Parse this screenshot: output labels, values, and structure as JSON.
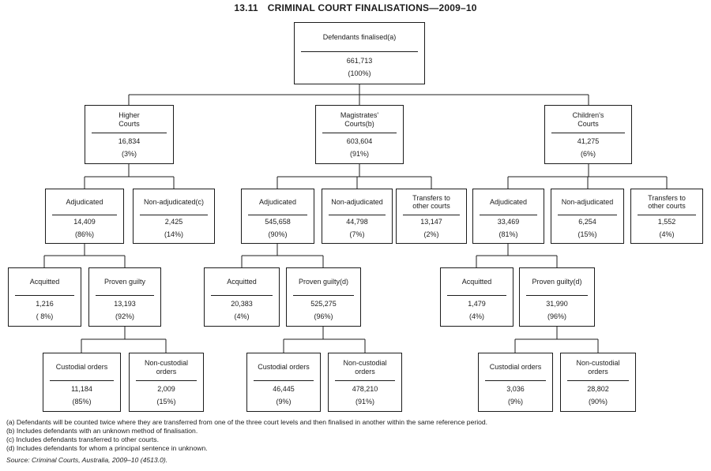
{
  "header": {
    "number": "13.11",
    "title": "CRIMINAL COURT FINALISATIONS—2009–10"
  },
  "nodes": {
    "root": {
      "label": "Defendants finalised(a)",
      "value": "661,713",
      "pct": "(100%)"
    },
    "higher": {
      "label": "Higher\nCourts",
      "value": "16,834",
      "pct": "(3%)"
    },
    "magistrates": {
      "label": "Magistrates'\nCourts(b)",
      "value": "603,604",
      "pct": "(91%)"
    },
    "childrens": {
      "label": "Children's\nCourts",
      "value": "41,275",
      "pct": "(6%)"
    },
    "higher_adjudicated": {
      "label": "Adjudicated",
      "value": "14,409",
      "pct": "(86%)"
    },
    "higher_non_adjudicated": {
      "label": "Non-adjudicated(c)",
      "value": "2,425",
      "pct": "(14%)"
    },
    "mag_adjudicated": {
      "label": "Adjudicated",
      "value": "545,658",
      "pct": "(90%)"
    },
    "mag_non_adjudicated": {
      "label": "Non-adjudicated",
      "value": "44,798",
      "pct": "(7%)"
    },
    "mag_transfers": {
      "label": "Transfers to\nother courts",
      "value": "13,147",
      "pct": "(2%)"
    },
    "ch_adjudicated": {
      "label": "Adjudicated",
      "value": "33,469",
      "pct": "(81%)"
    },
    "ch_non_adjudicated": {
      "label": "Non-adjudicated",
      "value": "6,254",
      "pct": "(15%)"
    },
    "ch_transfers": {
      "label": "Transfers to\nother courts",
      "value": "1,552",
      "pct": "(4%)"
    },
    "higher_acquitted": {
      "label": "Acquitted",
      "value": "1,216",
      "pct": "( 8%)"
    },
    "higher_proven": {
      "label": "Proven guilty",
      "value": "13,193",
      "pct": "(92%)"
    },
    "mag_acquitted": {
      "label": "Acquitted",
      "value": "20,383",
      "pct": "(4%)"
    },
    "mag_proven": {
      "label": "Proven guilty(d)",
      "value": "525,275",
      "pct": "(96%)"
    },
    "ch_acquitted": {
      "label": "Acquitted",
      "value": "1,479",
      "pct": "(4%)"
    },
    "ch_proven": {
      "label": "Proven guilty(d)",
      "value": "31,990",
      "pct": "(96%)"
    },
    "higher_custodial": {
      "label": "Custodial orders",
      "value": "11,184",
      "pct": "(85%)"
    },
    "higher_non_custodial": {
      "label": "Non-custodial\norders",
      "value": "2,009",
      "pct": "(15%)"
    },
    "mag_custodial": {
      "label": "Custodial orders",
      "value": "46,445",
      "pct": "(9%)"
    },
    "mag_non_custodial": {
      "label": "Non-custodial\norders",
      "value": "478,210",
      "pct": "(91%)"
    },
    "ch_custodial": {
      "label": "Custodial orders",
      "value": "3,036",
      "pct": "(9%)"
    },
    "ch_non_custodial": {
      "label": "Non-custodial\norders",
      "value": "28,802",
      "pct": "(90%)"
    }
  },
  "footnotes": [
    "(a) Defendants will be counted twice where they are transferred from one of the three court levels and then finalised in another within the same reference period.",
    "(b) Includes defendants with an unknown method of finalisation.",
    "(c) Includes defendants transferred to other courts.",
    "(d) Includes defendants for whom a principal sentence in unknown."
  ],
  "source": "Source: Criminal Courts, Australia, 2009–10 (4513.0)."
}
